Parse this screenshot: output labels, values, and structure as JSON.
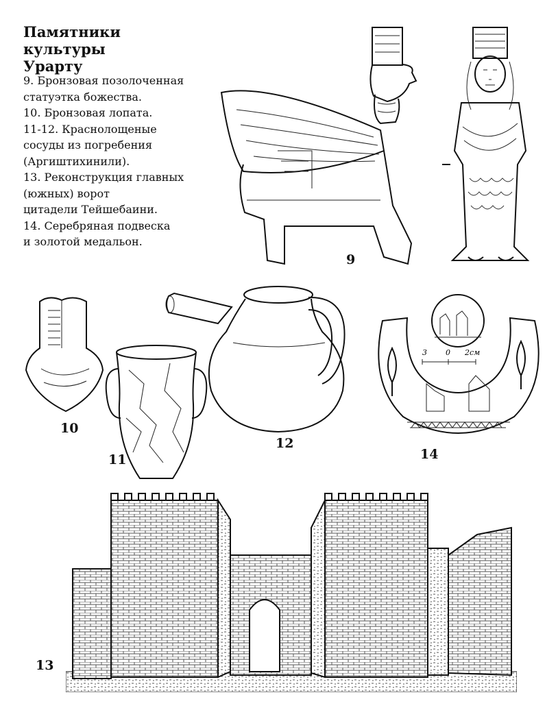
{
  "title_lines": [
    "Памятники",
    "культуры",
    "Урарту"
  ],
  "captions": [
    "9. Бронзовая позолоченная",
    "статуэтка божества.",
    "10. Бронзовая лопата.",
    "11-12. Краснолощеные",
    "сосуды из погребения",
    "(Аргиштихинили).",
    "13. Реконструкция главных",
    "(южных) ворот",
    "цитадели Тейшебаини.",
    "14. Серебряная подвеска",
    "и золотой медальон."
  ],
  "figure_numbers": {
    "fig9": "9",
    "fig10": "10",
    "fig11": "11",
    "fig12": "12",
    "fig13": "13",
    "fig14": "14"
  },
  "scale_bar": {
    "left": "3",
    "mid": "0",
    "right": "2см"
  },
  "colors": {
    "ink": "#111111",
    "paper": "#ffffff",
    "hatch": "#555555"
  }
}
